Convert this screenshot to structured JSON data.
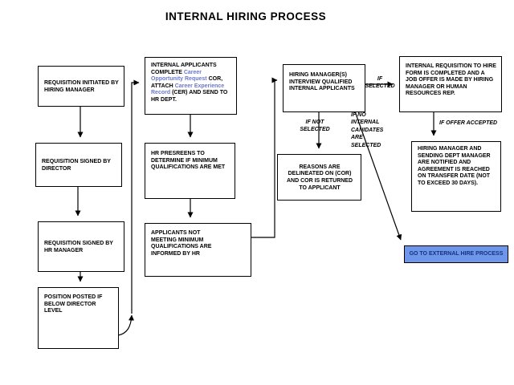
{
  "title": "INTERNAL HIRING PROCESS",
  "colors": {
    "link": "#6A79CC",
    "external_box_bg": "#6E96EA",
    "external_box_text": "#16337A"
  },
  "boxes": {
    "requisition_initiated": "REQUISITION INITIATED BY HIRING MANAGER",
    "requisition_signed_director": "REQUISITION SIGNED BY DIRECTOR",
    "requisition_signed_hr": "REQUISITION SIGNED BY HR MANAGER",
    "position_posted": "POSITION POSTED IF BELOW DIRECTOR LEVEL",
    "internal_applicants": {
      "t1": "INTERNAL APPLICANTS COMPLETE ",
      "link1": "Career Opportunity Request",
      "t2": " COR, ATTACH ",
      "link2": "Career Experience Record",
      "t3": " (CER) AND SEND TO HR DEPT."
    },
    "hr_prescreens": "HR PRESREENS TO DETERMINE IF MINIMUM QUALIFICATIONS ARE MET",
    "applicants_not_meeting": "APPLICANTS NOT MEETING MINIMUM QUALIFICATIONS ARE INFORMED BY HR",
    "hiring_managers_interview": "HIRING MANAGER(S) INTERVIEW QUALIFIED INTERNAL APPLICANTS",
    "reasons_delineated": "REASONS ARE DELINEATED ON (COR) AND COR IS RETURNED TO APPLICANT",
    "internal_requisition_to_hire": "INTERNAL REQUISITION TO HIRE FORM IS COMPLETED AND A JOB OFFER IS MADE BY HIRING MANAGER OR HUMAN RESOURCES REP.",
    "hiring_manager_notified": "HIRING MANAGER AND SENDING DEPT MANAGER ARE NOTIFIED AND AGREEMENT IS REACHED ON TRANSFER DATE (NOT TO EXCEED 30 DAYS).",
    "go_to_external": "GO TO EXTERNAL HIRE PROCESS"
  },
  "labels": {
    "if_selected": "IF\nSELECTED",
    "if_not_selected": "IF NOT\nSELECTED",
    "if_no_internal": "IF NO\nINTERNAL\nCANIDATES\nARE\nSELECTED",
    "if_offer_accepted": "IF OFFER ACCEPTED"
  }
}
